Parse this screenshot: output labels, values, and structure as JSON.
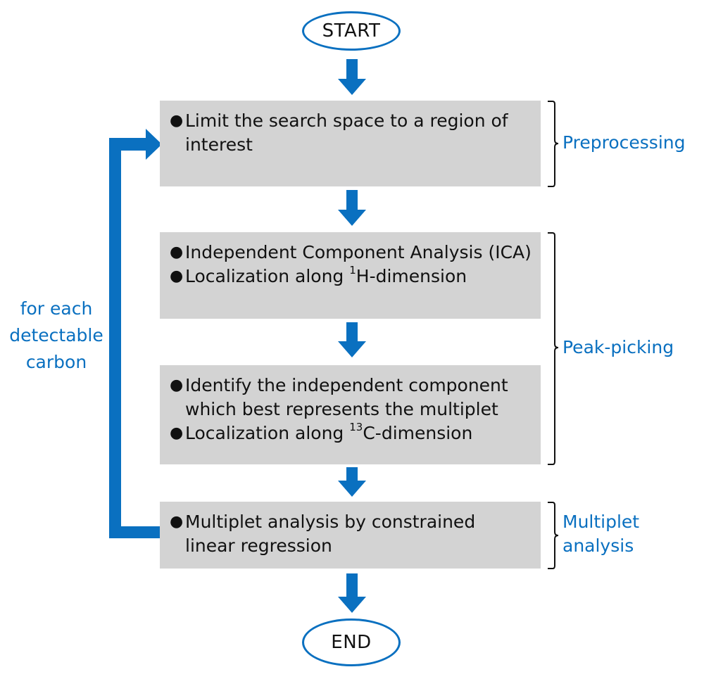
{
  "colors": {
    "accent": "#0a70c0",
    "box_fill": "#d3d3d3",
    "text": "#111111"
  },
  "start": {
    "label": "START"
  },
  "end": {
    "label": "END"
  },
  "steps": [
    {
      "items": [
        {
          "text": "Limit the search space to a region of interest"
        }
      ]
    },
    {
      "items": [
        {
          "text": "Independent Component Analysis (ICA)"
        },
        {
          "pre": "Localization along ",
          "sup": "1",
          "post": "H-dimension"
        }
      ]
    },
    {
      "items": [
        {
          "text": "Identify the independent component which best represents the multiplet"
        },
        {
          "pre": "Localization along ",
          "sup": "13",
          "post": "C-dimension"
        }
      ]
    },
    {
      "items": [
        {
          "text": "Multiplet analysis by constrained linear regression"
        }
      ]
    }
  ],
  "phases": [
    {
      "label": "Preprocessing"
    },
    {
      "label": "Peak-picking"
    },
    {
      "label": "Multiplet analysis"
    }
  ],
  "loop": {
    "label_lines": [
      "for each",
      "detectable",
      "carbon"
    ]
  },
  "bullet_glyph": "●"
}
